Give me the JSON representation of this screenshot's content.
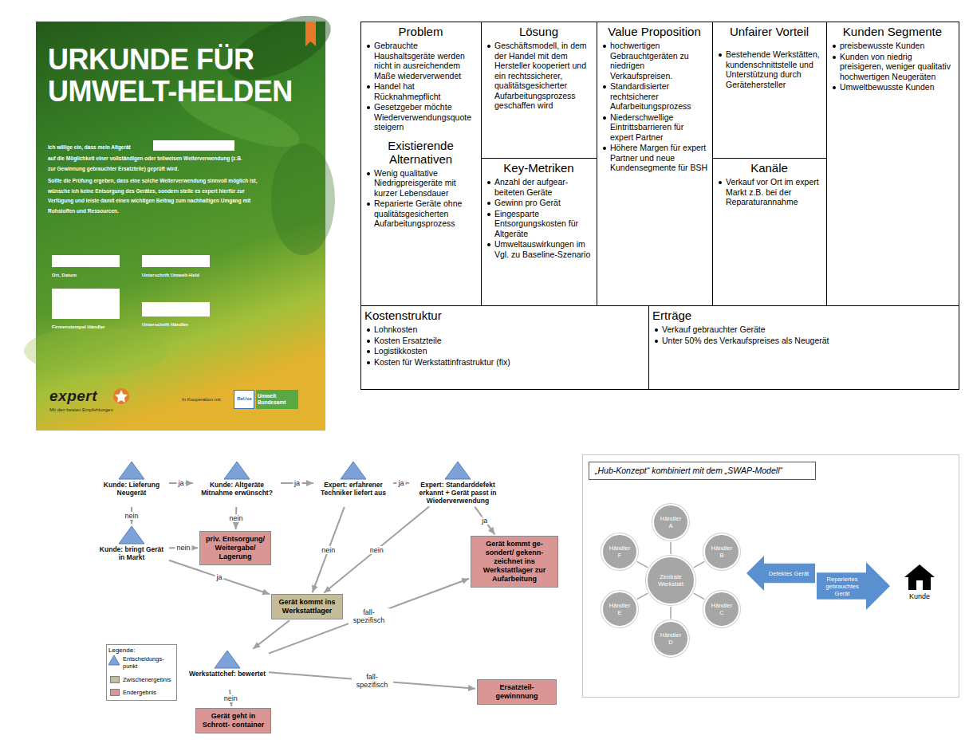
{
  "diagram": {
    "nodes": [
      {
        "text": [
          "URKUNDE FÜR UMWELT-HELDEN",
          "Ich willige ein, dass mein Altgerät",
          "auf die Möglichkeit einer vollständigen oder teilweisen Weiterverwendung (z.B. zur Gewinnung gebrauchter Ersatzteile) geprüft wird.",
          "Sollte die Prüfung ergeben, dass eine solche Weiterverwendung sinnvoll möglich ist, wünsche ich keine Entsorgung des Gerätes, sondern stelle es expert hierfür zur Verfügung und leiste damit einen wichtigen Beitrag zum nachhaltigen Umgang mit Rohstoffen und Ressourcen."
        ]
      },
      {
        "text": [
          "Ort, Datum"
        ],
        "in": 0
      },
      {
        "text": [
          "Unterschrift Umwelt-Held"
        ],
        "in": 0
      },
      {
        "text": [
          "Firmenstempel Händler"
        ],
        "in": 0
      },
      {
        "text": [
          "Unterschrift Händler"
        ],
        "in": 0
      },
      {
        "text": [
          "Problem",
          "Gebrauchte Haushaltsgeräte werden nicht in ausreichendem Maße wiederverwendet",
          "Handel hat Rücknahmepflicht",
          "Gesetzgeber möchte Wiederverwendungsquote steigern",
          "Existierende Alternativen",
          "Wenig qualitative Niedrigpreisgeräte mit kurzer Lebensdauer",
          "Reparierte Geräte ohne qualitätsgesicherten Aufarbeitungsprozess"
        ]
      },
      {
        "text": [
          "Lösung",
          "Geschäftsmodell, in dem der Handel mit dem Hersteller kooperiert und ein rechtssicherer, qualitätsgesicherter Aufarbeitungsprozess geschaffen wird"
        ]
      },
      {
        "text": [
          "Key-Metriken",
          "Anzahl der aufgear-beiteten Geräte",
          "Gewinn pro Gerät",
          "Eingesparte Entsorgungskosten für Altgeräte",
          "Umweltauswirkungen im Vgl. zu Baseline-Szenario"
        ]
      },
      {
        "text": [
          "Value Proposition",
          "hochwertigen Gebrauchtgeräten zu niedrigen Verkaufspreisen.",
          "Standardisierter rechtsicherer Aufarbeitungsprozess",
          "Niederschwellige Eintrittsbarrieren für expert Partner",
          "Höhere Margen für expert Partner und neue Kundensegmente für BSH"
        ]
      },
      {
        "text": [
          "Unfairer Vorteil",
          "Bestehende Werkstätten, kundenschnittstelle und Unterstützung durch Gerätehersteller"
        ]
      },
      {
        "text": [
          "Kanäle",
          "Verkauf vor Ort im expert Markt z.B. bei der Reparaturannahme"
        ]
      },
      {
        "text": [
          "Kunden Segmente",
          "preisbewusste Kunden",
          "Kunden von niedrig preisigeren, weniger qualitativ hochwertigen Neugeräten",
          "Umweltbewusste Kunden"
        ]
      },
      {
        "text": [
          "Kostenstruktur",
          "Lohnkosten",
          "Kosten Ersatzteile",
          "Logistikkosten",
          "Kosten für Werkstattinfrastruktur (fix)"
        ]
      },
      {
        "text": [
          "Erträge",
          "Verkauf gebrauchter Geräte",
          "Unter 50% des Verkaufspreises als Neugerät"
        ]
      },
      {
        "text": [
          "Kunde: Lieferung Neugerät"
        ]
      },
      {
        "text": [
          "Kunde: Altgeräte Mitnahme erwünscht?"
        ]
      },
      {
        "text": [
          "Expert: erfahrener Techniker liefert aus"
        ]
      },
      {
        "text": [
          "Expert: Standarddefekt erkannt + Gerät passt in Wiederverwendung"
        ]
      },
      {
        "text": [
          "Kunde: bringt Gerät in Markt"
        ]
      },
      {
        "text": [
          "priv. Entsorgung/ Weitergabe/ Lagerung"
        ]
      },
      {
        "text": [
          "Gerät kommt ins Werkstattlager"
        ]
      },
      {
        "text": [
          "Gerät kommt ge- sondert/ gekenn- zeichnet ins Werkstattlager zur Aufarbeitung"
        ]
      },
      {
        "text": [
          "Werkstattchef: bewertet"
        ]
      },
      {
        "text": [
          "Gerät geht in Schrott- container"
        ]
      },
      {
        "text": [
          "Ersatzteil- gewinnnung"
        ]
      },
      {
        "text": [
          "„Hub-Konzept“ kombiniert mit dem „SWAP-Modell“"
        ]
      },
      {
        "text": [
          "Zentrale Werkstatt"
        ]
      },
      {
        "text": [
          "Händler A"
        ]
      },
      {
        "text": [
          "Händler B"
        ]
      },
      {
        "text": [
          "Händler C"
        ]
      },
      {
        "text": [
          "Händler D"
        ]
      },
      {
        "text": [
          "Händler E"
        ]
      },
      {
        "text": [
          "Händler F"
        ]
      },
      {
        "text": [
          "Defektes Gerät"
        ]
      },
      {
        "text": [
          "Repariertes gebrauchtes Gerät"
        ]
      },
      {
        "text": [
          "Kunde"
        ]
      }
    ],
    "edges": [
      {
        "from": 14,
        "to": 15,
        "label": "ja",
        "arrow": "to"
      },
      {
        "from": 15,
        "to": 16,
        "label": "ja",
        "arrow": "to"
      },
      {
        "from": 16,
        "to": 17,
        "label": "ja",
        "arrow": "to"
      },
      {
        "from": 14,
        "to": 18,
        "label": "nein",
        "arrow": "to"
      },
      {
        "from": 15,
        "to": 19,
        "label": "nein",
        "arrow": "to"
      },
      {
        "from": 18,
        "to": 19,
        "label": "nein",
        "arrow": "to"
      },
      {
        "from": 18,
        "to": 20,
        "label": "ja",
        "arrow": "to"
      },
      {
        "from": 16,
        "to": 20,
        "label": "nein",
        "arrow": "to"
      },
      {
        "from": 17,
        "to": 20,
        "label": "nein",
        "arrow": "to"
      },
      {
        "from": 17,
        "to": 21,
        "label": "ja",
        "arrow": "to"
      },
      {
        "from": 20,
        "to": 22,
        "arrow": "to"
      },
      {
        "from": 22,
        "to": 21,
        "label": "fall- spezifisch",
        "arrow": "to"
      },
      {
        "from": 22,
        "to": 24,
        "label": "fall- spezifisch",
        "arrow": "to"
      },
      {
        "from": 22,
        "to": 23,
        "label": "nein",
        "arrow": "to"
      },
      {
        "from": 26,
        "to": 27,
        "arrow": "none"
      },
      {
        "from": 26,
        "to": 28,
        "arrow": "none"
      },
      {
        "from": 26,
        "to": 29,
        "arrow": "none"
      },
      {
        "from": 26,
        "to": 30,
        "arrow": "none"
      },
      {
        "from": 26,
        "to": 31,
        "arrow": "none"
      },
      {
        "from": 26,
        "to": 32,
        "arrow": "none"
      }
    ],
    "labels": [
      "expert",
      "Mit den besten Empfehlungen",
      "In Kooperation mit",
      "ReUse",
      "Umwelt Bundesamt",
      "Legende:"
    ],
    "legend": [
      {
        "text": "Entscheidungs- punkt"
      },
      {
        "text": "Zwischenergebnis",
        "color": "#c4bd97"
      },
      {
        "text": "Endergebnis",
        "color": "#d99694"
      }
    ]
  }
}
